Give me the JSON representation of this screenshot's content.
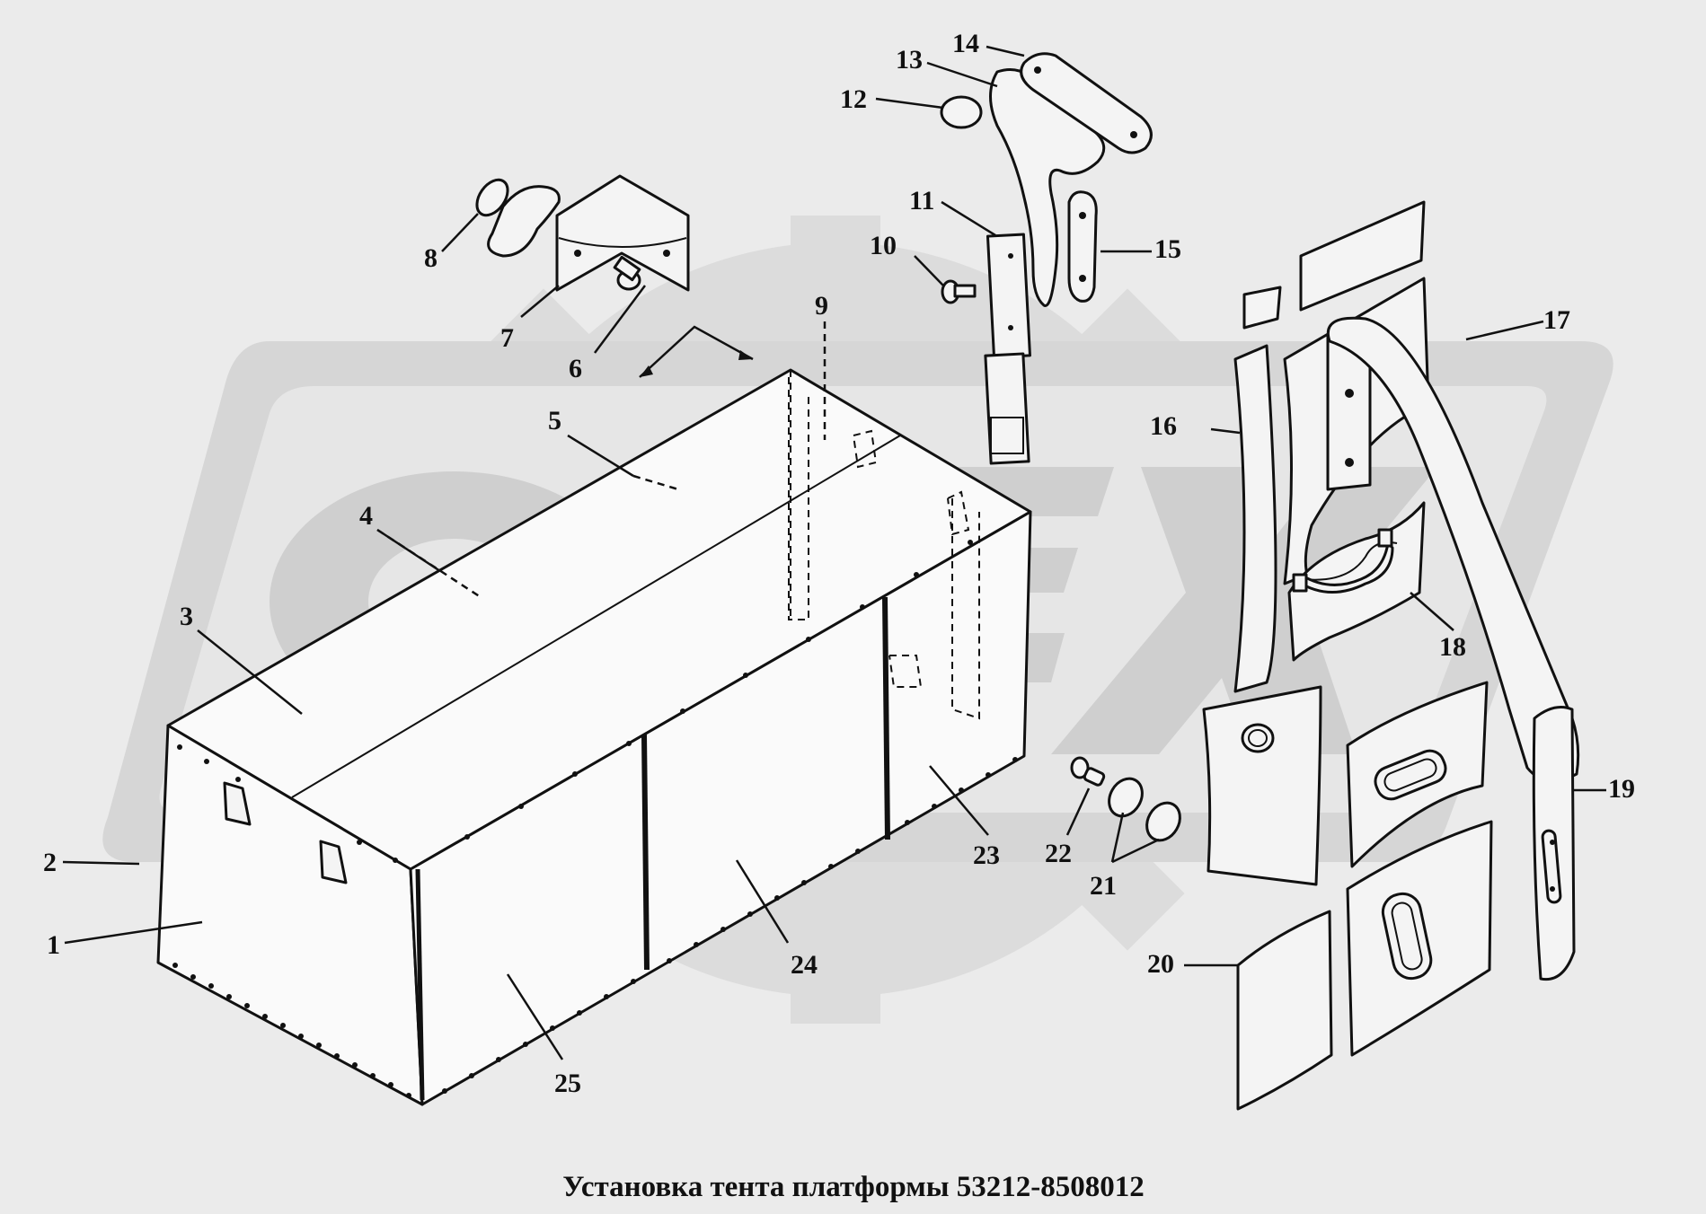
{
  "caption": "Установка тента платформы  53212-8508012",
  "watermark": {
    "text": "ОРЕХ",
    "color": "#cfcfcf",
    "shape": "gear-and-rounded-frame"
  },
  "callouts": [
    "1",
    "2",
    "3",
    "4",
    "5",
    "6",
    "7",
    "8",
    "9",
    "10",
    "11",
    "12",
    "13",
    "14",
    "15",
    "16",
    "17",
    "18",
    "19",
    "20",
    "21",
    "22",
    "23",
    "24",
    "25"
  ],
  "colors": {
    "background": "#ebebeb",
    "line": "#111111",
    "part_fill": "#f4f4f4"
  }
}
